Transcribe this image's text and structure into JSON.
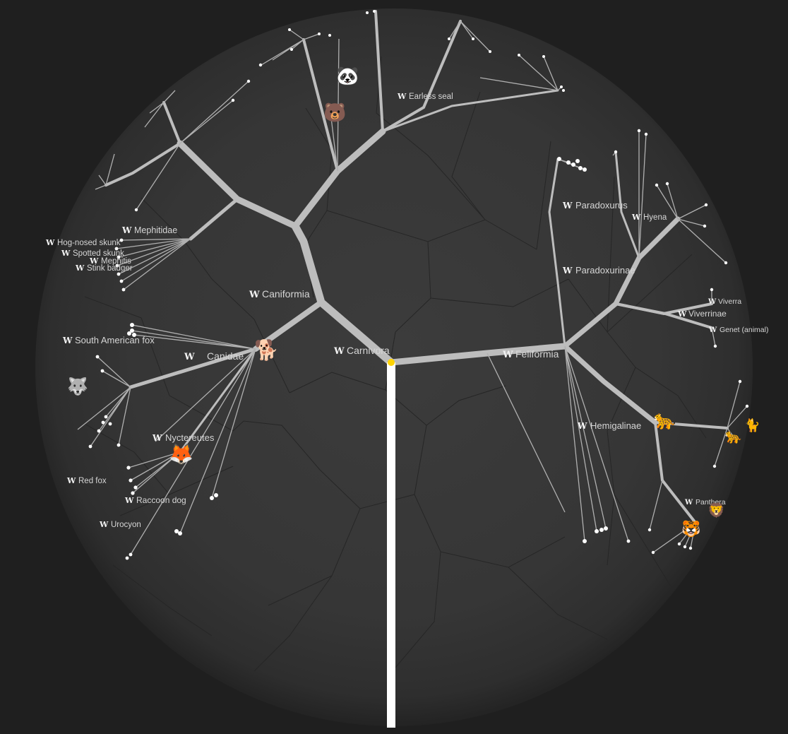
{
  "tree": {
    "root_label": "Carnivora",
    "clades": {
      "caniformia": "Caniformia",
      "feliformia": "Feliformia",
      "canidae": "Canidae",
      "mephitidae": "Mephitidae",
      "earless_seal": "Earless seal",
      "nyctereutes": "Nyctereutes",
      "paradoxurus": "Paradoxurus",
      "paradoxurinae": "Paradoxurinae",
      "hyena": "Hyena",
      "viverra": "Viverra",
      "viverrinae": "Viverrinae",
      "genet": "Genet (animal)",
      "hemigalinae": "Hemigalinae",
      "panthera": "Panthera"
    },
    "species": {
      "hog_nosed_skunk": "Hog-nosed skunk",
      "spotted_skunk": "Spotted skunk",
      "mephitis": "Mephitis",
      "stink_badger": "Stink badger",
      "south_american_fox": "South American fox",
      "red_fox": "Red fox",
      "raccoon_dog": "Raccoon dog",
      "urocyon": "Urocyon"
    },
    "wiki_marker": "W",
    "emoji": {
      "panda": "🐼",
      "bear": "🐻",
      "dog": "🐕",
      "wolf": "🐺",
      "fox": "🦊",
      "leopard": "🐆",
      "lion": "🦁",
      "tiger": "🐯",
      "cat": "🐈"
    },
    "colors": {
      "background": "#1f1f1f",
      "disk": "#383838",
      "branch": "#bdbdbd",
      "trunk": "#ffffff",
      "selected_node": "#ffd400",
      "label": "#d6d6d6"
    }
  }
}
